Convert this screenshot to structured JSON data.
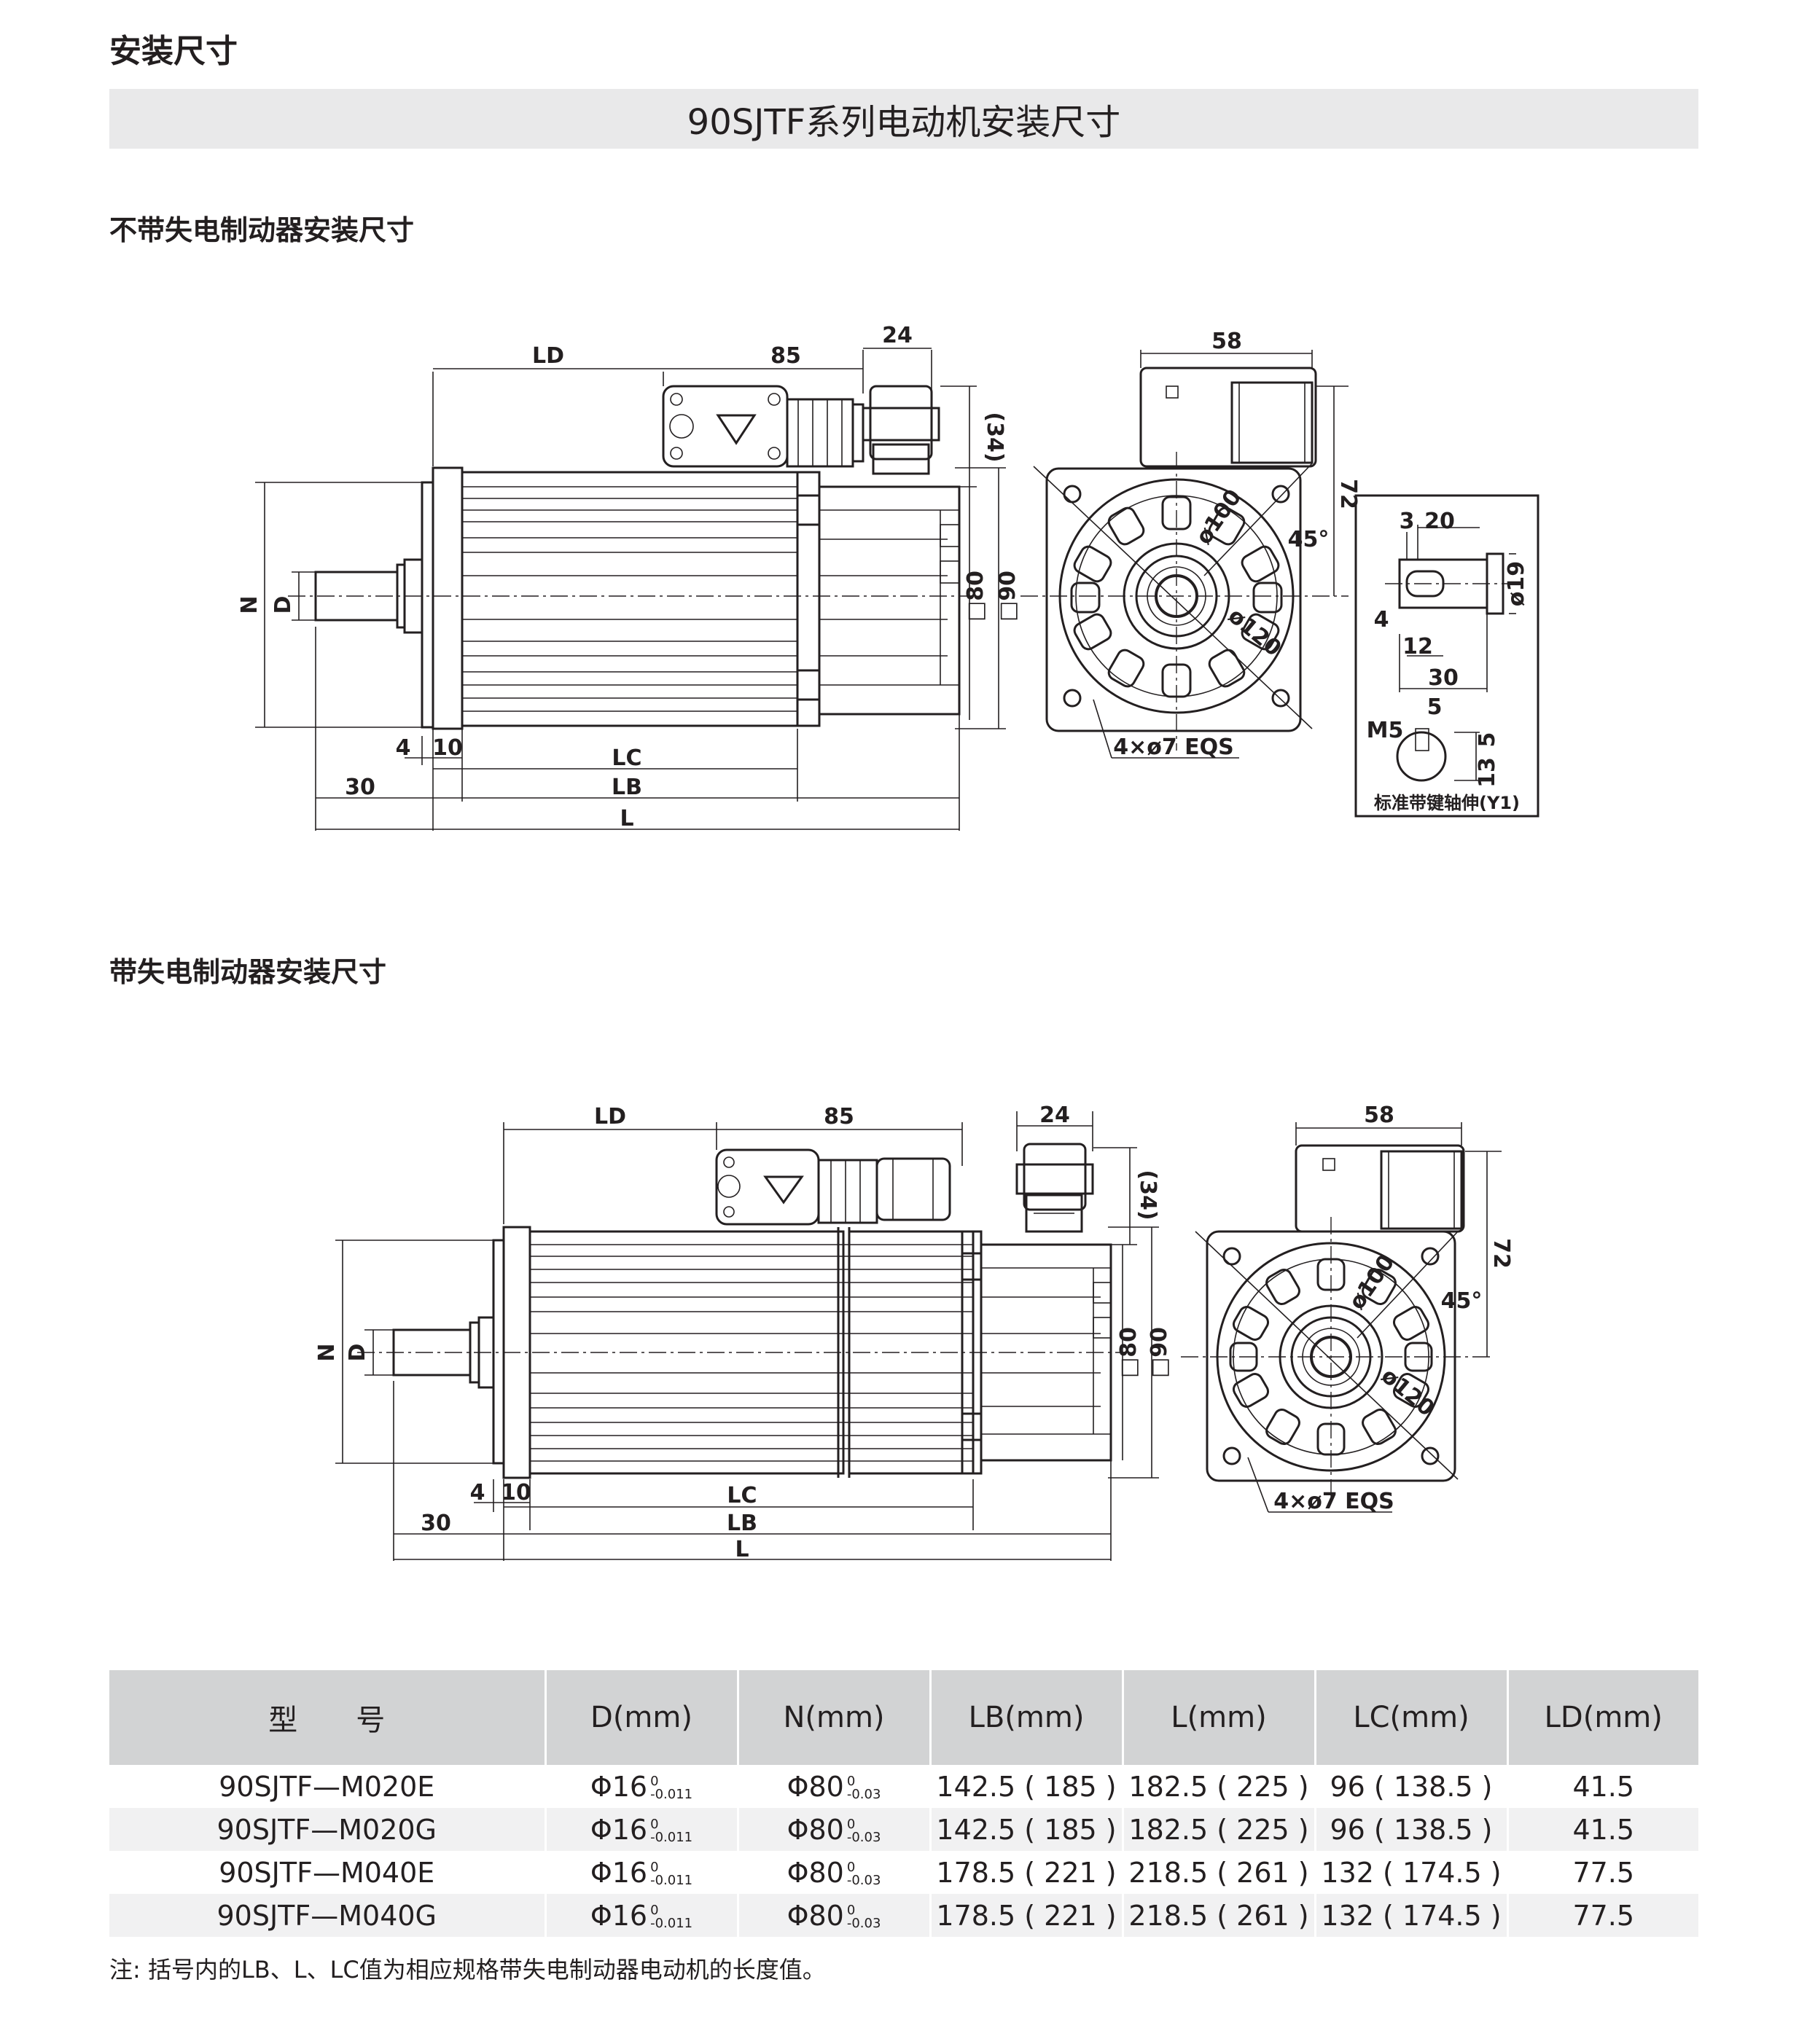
{
  "page": {
    "section_title": "安装尺寸",
    "banner_title": "90SJTF系列电动机安装尺寸",
    "without_brake_title": "不带失电制动器安装尺寸",
    "with_brake_title": "带失电制动器安装尺寸",
    "note": "注: 括号内的LB、L、LC值为相应规格带失电制动器电动机的长度值。"
  },
  "drawing_top": {
    "LD": "LD",
    "d85": "85",
    "d24": "24",
    "d34": "(34)",
    "N": "N",
    "D": "D",
    "sq80": "□80",
    "sq90": "□90",
    "d4": "4",
    "d10": "10",
    "d30": "30",
    "LC": "LC",
    "LB": "LB",
    "L": "L",
    "d58": "58",
    "d72": "72",
    "phi100": "ø100",
    "deg45": "45°",
    "phi120": "ø120",
    "holes": "4×ø7  EQS",
    "k3": "3",
    "k20": "20",
    "k4": "4",
    "k12": "12",
    "k30": "30",
    "phi19": "ø19",
    "k5a": "5",
    "kM5": "M5",
    "k5b": "5",
    "k13": "13",
    "key_caption": "标准带键轴伸(Y1)"
  },
  "drawing_bottom": {
    "LD": "LD",
    "d85": "85",
    "d24": "24",
    "d34": "(34)",
    "N": "N",
    "D": "D",
    "sq80": "□80",
    "sq90": "□90",
    "d4": "4",
    "d10": "10",
    "d30": "30",
    "LC": "LC",
    "LB": "LB",
    "L": "L",
    "d58": "58",
    "d72": "72",
    "phi100": "ø100",
    "deg45": "45°",
    "phi120": "ø120",
    "holes": "4×ø7  EQS"
  },
  "table": {
    "headers": [
      "型　　号",
      "D(mm)",
      "N(mm)",
      "LB(mm)",
      "L(mm)",
      "LC(mm)",
      "LD(mm)"
    ],
    "rows": [
      {
        "model": "90SJTF—M020E",
        "d": "Φ16",
        "d_tol_up": "0",
        "d_tol_low": "-0.011",
        "n": "Φ80",
        "n_tol_up": "0",
        "n_tol_low": "-0.03",
        "lb": "142.5 ( 185 )",
        "l": "182.5 ( 225 )",
        "lc": "96 ( 138.5 )",
        "ld": "41.5"
      },
      {
        "model": "90SJTF—M020G",
        "d": "Φ16",
        "d_tol_up": "0",
        "d_tol_low": "-0.011",
        "n": "Φ80",
        "n_tol_up": "0",
        "n_tol_low": "-0.03",
        "lb": "142.5 ( 185 )",
        "l": "182.5 ( 225 )",
        "lc": "96 ( 138.5 )",
        "ld": "41.5"
      },
      {
        "model": "90SJTF—M040E",
        "d": "Φ16",
        "d_tol_up": "0",
        "d_tol_low": "-0.011",
        "n": "Φ80",
        "n_tol_up": "0",
        "n_tol_low": "-0.03",
        "lb": "178.5 ( 221 )",
        "l": "218.5 ( 261 )",
        "lc": "132 ( 174.5 )",
        "ld": "77.5"
      },
      {
        "model": "90SJTF—M040G",
        "d": "Φ16",
        "d_tol_up": "0",
        "d_tol_low": "-0.011",
        "n": "Φ80",
        "n_tol_up": "0",
        "n_tol_low": "-0.03",
        "lb": "178.5 ( 221 )",
        "l": "218.5 ( 261 )",
        "lc": "132 ( 174.5 )",
        "ld": "77.5"
      }
    ]
  }
}
